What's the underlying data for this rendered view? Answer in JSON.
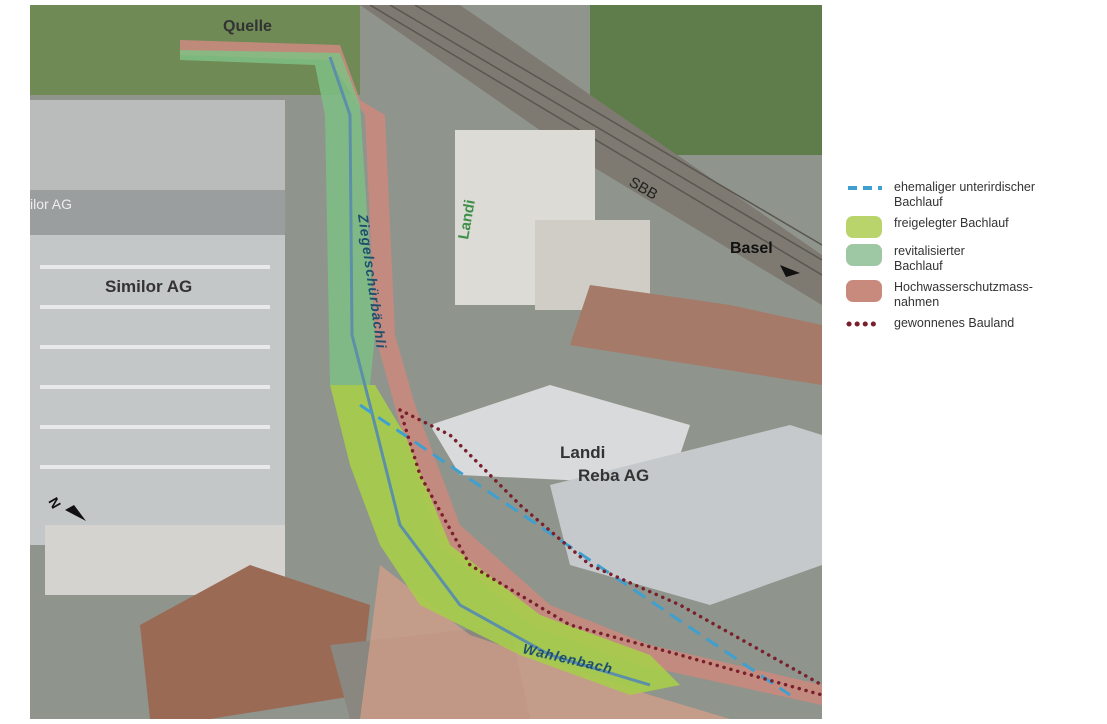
{
  "map": {
    "labels": {
      "source": "Quelle",
      "railway": "SBB",
      "direction": "Basel",
      "north": "N",
      "company_west": "Similor AG",
      "company_west_sign": "ilor AG",
      "company_east": "Landi\nReba AG",
      "silo_sign": "Landi",
      "stream_upper": "Ziegelschürbächli",
      "stream_lower": "Wahlenbach"
    }
  },
  "legend": {
    "items": [
      {
        "label": "ehemaliger unterirdischer\nBachlauf",
        "color": "#3fa0d0",
        "style": "dashed"
      },
      {
        "label": "freigelegter Bachlauf",
        "color": "#b9d46a",
        "style": "fill"
      },
      {
        "label": "revitalisierter\nBachlauf",
        "color": "#9ec7a3",
        "style": "fill"
      },
      {
        "label": "Hochwasserschutzmass-\nnahmen",
        "color": "#c98a7e",
        "style": "fill"
      },
      {
        "label": "gewonnenes Bauland",
        "color": "#7a1f2c",
        "style": "dotted"
      }
    ]
  }
}
